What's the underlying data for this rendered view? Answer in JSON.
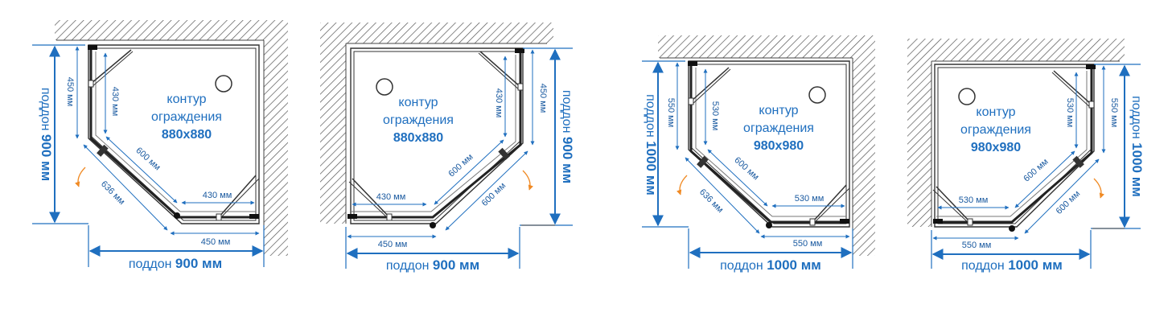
{
  "colors": {
    "dimension": "#1f6fbf",
    "outline": "#222222",
    "hatch": "#555555",
    "arrow": "#f08a24"
  },
  "diagrams": [
    {
      "contour_line1": "контур",
      "contour_line2": "ограждения",
      "contour_size": "880x880",
      "tray_word": "поддон",
      "tray_size": "900 мм",
      "dim_side_outer": "450 мм",
      "dim_side_inner": "430 мм",
      "dim_diag_inner": "600 мм",
      "dim_diag_outer": "636 мм",
      "dim_bottom_inner": "430 мм",
      "dim_bottom_outer": "450 мм"
    },
    {
      "contour_line1": "контур",
      "contour_line2": "ограждения",
      "contour_size": "880x880",
      "tray_word": "поддон",
      "tray_size": "900 мм",
      "dim_side_outer": "450 мм",
      "dim_side_inner": "430 мм",
      "dim_diag_inner": "600 мм",
      "dim_diag_outer": "600 мм",
      "dim_bottom_inner": "430 мм",
      "dim_bottom_outer": "450 мм"
    },
    {
      "contour_line1": "контур",
      "contour_line2": "ограждения",
      "contour_size": "980x980",
      "tray_word": "поддон",
      "tray_size": "1000 мм",
      "dim_side_outer": "550 мм",
      "dim_side_inner": "530 мм",
      "dim_diag_inner": "600 мм",
      "dim_diag_outer": "636 мм",
      "dim_bottom_inner": "530 мм",
      "dim_bottom_outer": "550 мм"
    },
    {
      "contour_line1": "контур",
      "contour_line2": "ограждения",
      "contour_size": "980x980",
      "tray_word": "поддон",
      "tray_size": "1000 мм",
      "dim_side_outer": "550 мм",
      "dim_side_inner": "530 мм",
      "dim_diag_inner": "600 мм",
      "dim_diag_outer": "600 мм",
      "dim_bottom_inner": "530 мм",
      "dim_bottom_outer": "550 мм"
    }
  ]
}
